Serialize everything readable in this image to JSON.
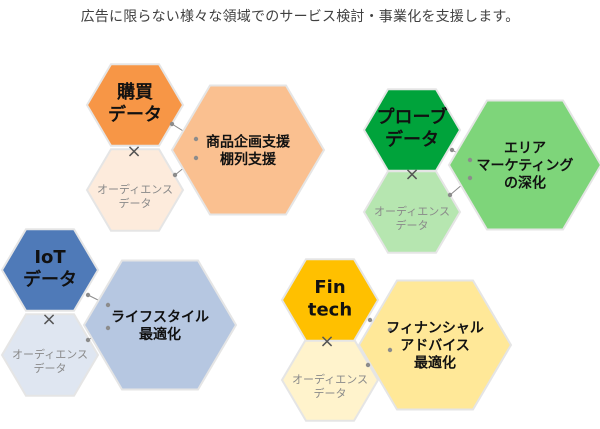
{
  "headline": "広告に限らない様々な領域でのサービス検討・事業化を支援します。",
  "clusters": [
    {
      "id": "purchase",
      "data_hex": {
        "lines": [
          "購買",
          "データ"
        ],
        "fill": "#f79646",
        "stroke": "#e5e5e5"
      },
      "audience_hex": {
        "lines": [
          "オーディエンス",
          "データ"
        ],
        "fill": "#fdebdc",
        "stroke": "#e5e5e5"
      },
      "use_hex": {
        "lines": [
          "商品企画支援",
          "棚列支援"
        ],
        "fill": "#fac090",
        "stroke": "#e5e5e5"
      }
    },
    {
      "id": "probe",
      "data_hex": {
        "lines": [
          "プローブ",
          "データ"
        ],
        "fill": "#00a33b",
        "stroke": "#e5e5e5"
      },
      "audience_hex": {
        "lines": [
          "オーディエンス",
          "データ"
        ],
        "fill": "#b6e6b0",
        "stroke": "#e5e5e5"
      },
      "use_hex": {
        "lines": [
          "エリア",
          "マーケティング",
          "の深化"
        ],
        "fill": "#7ed57a",
        "stroke": "#e5e5e5"
      }
    },
    {
      "id": "iot",
      "data_hex": {
        "lines": [
          "IoT",
          "データ"
        ],
        "fill": "#4f7ab8",
        "stroke": "#e5e5e5"
      },
      "audience_hex": {
        "lines": [
          "オーディエンス",
          "データ"
        ],
        "fill": "#dfe6f1",
        "stroke": "#e5e5e5"
      },
      "use_hex": {
        "lines": [
          "ライフスタイル",
          "最適化"
        ],
        "fill": "#b6c7e1",
        "stroke": "#e5e5e5"
      }
    },
    {
      "id": "fintech",
      "data_hex": {
        "lines": [
          "Fin",
          "tech"
        ],
        "fill": "#ffc000",
        "stroke": "#e5e5e5"
      },
      "audience_hex": {
        "lines": [
          "オーディエンス",
          "データ"
        ],
        "fill": "#fff3cc",
        "stroke": "#e5e5e5"
      },
      "use_hex": {
        "lines": [
          "フィナンシャル",
          "アドバイス",
          "最適化"
        ],
        "fill": "#ffe898",
        "stroke": "#e5e5e5"
      }
    }
  ],
  "icons": {
    "cross": "multiply-icon",
    "connector": "connector-dot-icon"
  },
  "colors": {
    "connector": "#8c8c8c",
    "cross": "#555555"
  }
}
